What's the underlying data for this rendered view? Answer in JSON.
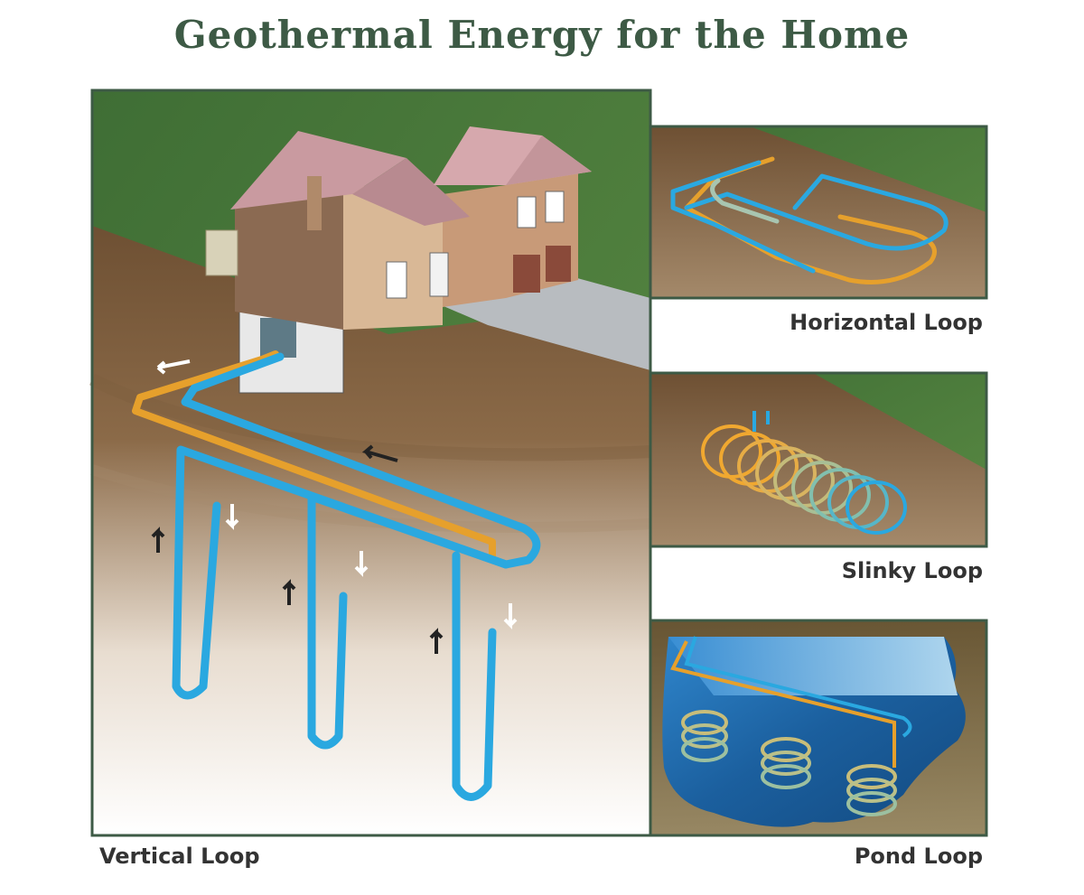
{
  "title": "Geothermal Energy for the Home",
  "panels": {
    "vertical": {
      "caption": "Vertical Loop"
    },
    "horizontal": {
      "caption": "Horizontal Loop"
    },
    "slinky": {
      "caption": "Slinky Loop"
    },
    "pond": {
      "caption": "Pond Loop"
    }
  },
  "colors": {
    "frame": "#3d5a45",
    "grass": "#4f7d3a",
    "soil_top": "#7a5b3a",
    "soil_bottom": "#f4efe8",
    "pipe_warm": "#f0a830",
    "pipe_cool": "#2aa8e0",
    "water": "#1f67a8"
  }
}
